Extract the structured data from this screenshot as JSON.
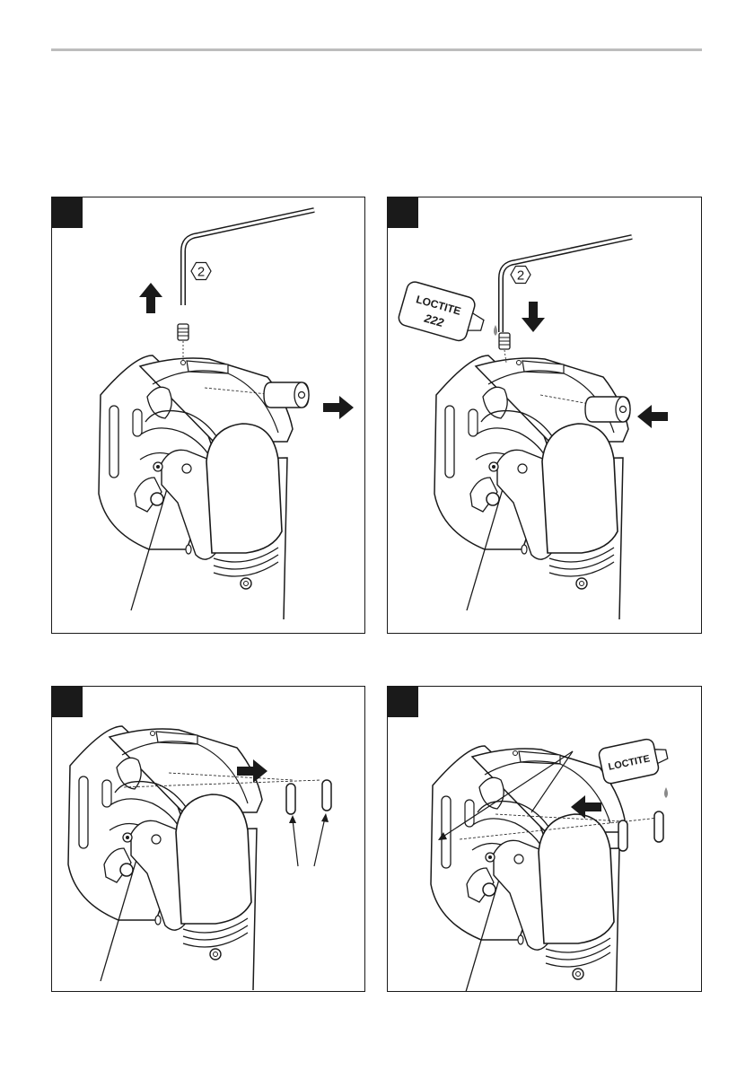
{
  "panels": {
    "panel1": {
      "hex_key_size": "2"
    },
    "panel2": {
      "hex_key_size": "2",
      "bottle_brand": "LOCTITE",
      "bottle_grade": "222"
    },
    "panel4": {
      "bottle_brand": "LOCTITE"
    }
  },
  "colors": {
    "line": "#1a1a1a",
    "rule": "#bdbdbd",
    "drop": "#8a8a8a"
  }
}
